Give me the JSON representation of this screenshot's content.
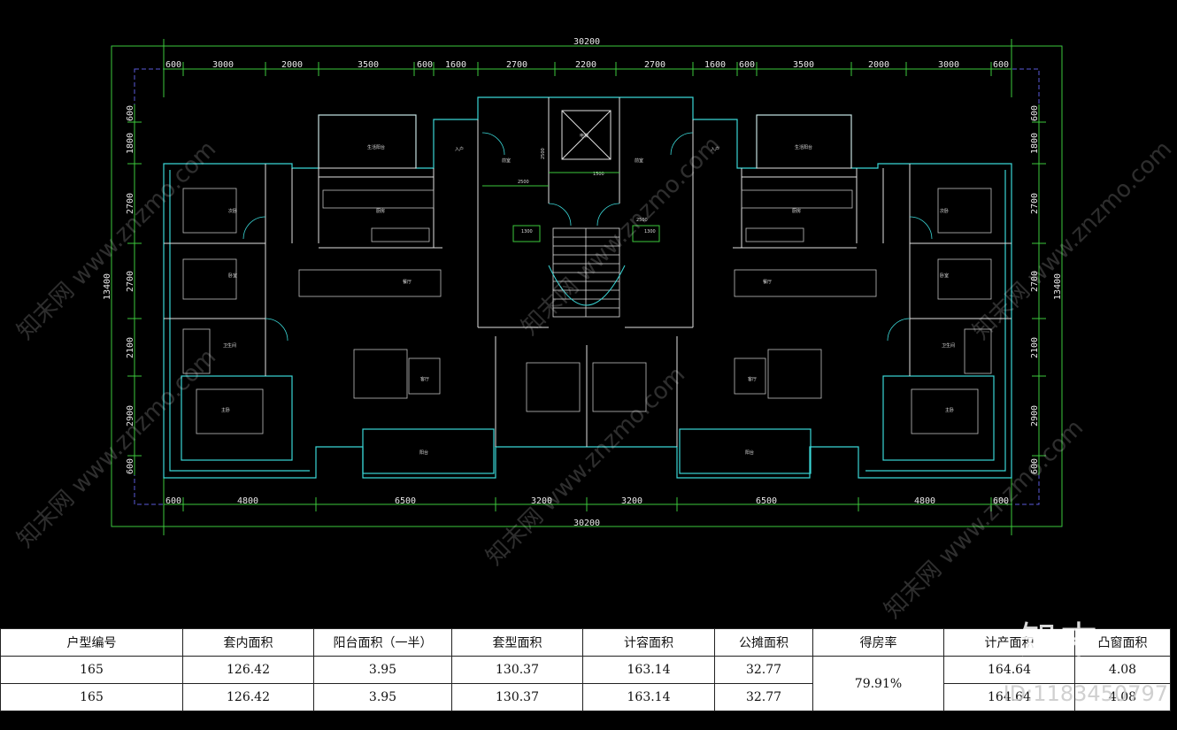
{
  "plan": {
    "total_width": "30200",
    "side_height": "13400",
    "top_dims": [
      "600",
      "3000",
      "2000",
      "3500",
      "600",
      "1600",
      "2700",
      "2200",
      "2700",
      "1600",
      "600",
      "3500",
      "2000",
      "3000",
      "600"
    ],
    "bottom_dims": [
      "600",
      "4800",
      "6500",
      "3200",
      "3200",
      "6500",
      "4800",
      "600"
    ],
    "left_dims": [
      "600",
      "1800",
      "2700",
      "2700",
      "2100",
      "2900",
      "600"
    ],
    "right_dims": [
      "600",
      "1800",
      "2700",
      "2700",
      "2100",
      "2900",
      "600"
    ],
    "small_dims": [
      "2500",
      "2500",
      "1500",
      "1300",
      "1300",
      "2500"
    ],
    "room_labels": {
      "balcony_small": "生活阳台",
      "kitchen": "厨房",
      "dining": "餐厅",
      "living": "客厅",
      "bedroom_master": "主卧",
      "bedroom_2": "次卧",
      "bedroom_3": "卧室",
      "bath": "卫生间",
      "balcony_main": "阳台",
      "front_room": "前室",
      "elevator": "电梯",
      "entrance": "入户"
    }
  },
  "watermark": {
    "brand": "知末网 www.znzmo.com",
    "logo": "知末",
    "id": "ID:1183450797"
  },
  "table": {
    "headers": [
      "户型编号",
      "套内面积",
      "阳台面积（一半）",
      "套型面积",
      "计容面积",
      "公摊面积",
      "得房率",
      "计产面积",
      "凸窗面积"
    ],
    "rows": [
      [
        "165",
        "126.42",
        "3.95",
        "130.37",
        "163.14",
        "32.77",
        "79.91%",
        "164.64",
        "4.08"
      ],
      [
        "165",
        "126.42",
        "3.95",
        "130.37",
        "163.14",
        "32.77",
        "",
        "164.64",
        "4.08"
      ]
    ]
  }
}
